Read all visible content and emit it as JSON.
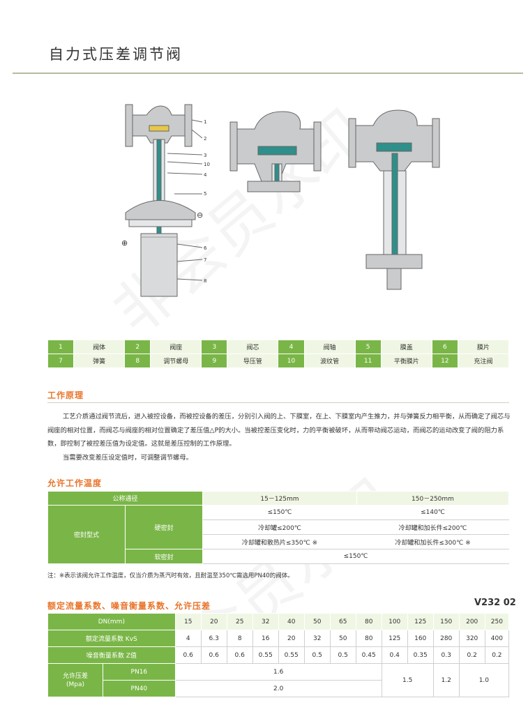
{
  "title": "自力式压差调节阀",
  "watermarks": [
    "非会员水印",
    "非会员水印"
  ],
  "figure": {
    "callouts": [
      "1",
      "2",
      "3",
      "10",
      "4",
      "5",
      "6",
      "7",
      "8"
    ],
    "signs": [
      "⊖",
      "⊕"
    ]
  },
  "parts": [
    [
      [
        "1",
        "阀体"
      ],
      [
        "2",
        "阀座"
      ],
      [
        "3",
        "阀芯"
      ],
      [
        "4",
        "阀轴"
      ],
      [
        "5",
        "膜盖"
      ],
      [
        "6",
        "膜片"
      ]
    ],
    [
      [
        "7",
        "弹簧"
      ],
      [
        "8",
        "调节螺母"
      ],
      [
        "9",
        "导压管"
      ],
      [
        "10",
        "波纹管"
      ],
      [
        "11",
        "平衡膜片"
      ],
      [
        "12",
        "充注阀"
      ]
    ]
  ],
  "principle": {
    "heading": "工作原理",
    "p1": "工艺介质通过阀节流后，进入被控设备，而被控设备的差压，分别引入阀的上、下膜室，在上、下膜室内产生推力，并与弹簧反力相平衡，从而确定了阀芯与阀座的相对位置，而阀芯与阀座的相对位置确定了差压值△P的大小。当被控差压变化时，力的平衡被破坏，从而带动阀芯运动，而阀芯的运动改变了阀的阻力系数，即控制了被控差压值为设定值。这就是差压控制的工作原理。",
    "p2": "当需要改变差压设定值时，可调整调节螺母。"
  },
  "temperature": {
    "heading": "允许工作温度",
    "nominal": "公称通径",
    "col1": "15－125mm",
    "col2": "150－250mm",
    "seal_type": "密封型式",
    "hard": "硬密封",
    "soft": "软密封",
    "rows": [
      [
        "≤150℃",
        "≤140℃"
      ],
      [
        "冷却罐≤200℃",
        "冷却罐和加长件≤200℃"
      ],
      [
        "冷却罐和散热片≤350℃ ※",
        "冷却罐和加长件≤300℃ ※"
      ]
    ],
    "soft_value": "≤150℃",
    "note": "注：※表示该阀允许工作温度，仅当介质为蒸汽时有效，且耐温至350℃需选用PN40的阀体。"
  },
  "flow": {
    "heading": "额定流量系数、噪音衡量系数、允许压差",
    "code": "V232 02",
    "dn_label": "DN(mm)",
    "dn": [
      "15",
      "20",
      "25",
      "32",
      "40",
      "50",
      "65",
      "80",
      "100",
      "125",
      "150",
      "200",
      "250"
    ],
    "kvs_label": "额定流量系数 KvS",
    "kvs": [
      "4",
      "6.3",
      "8",
      "16",
      "20",
      "32",
      "50",
      "80",
      "125",
      "160",
      "280",
      "320",
      "400"
    ],
    "z_label": "噪音衡量系数 Z值",
    "z": [
      "0.6",
      "0.6",
      "0.6",
      "0.55",
      "0.55",
      "0.5",
      "0.5",
      "0.45",
      "0.4",
      "0.35",
      "0.3",
      "0.2",
      "0.2"
    ],
    "dp_label1": "允许压差",
    "dp_label2": "(Mpa)",
    "pn16": "PN16",
    "pn40": "PN40",
    "pn16_val": "1.6",
    "pn40_val": "2.0",
    "v100_125": "1.5",
    "v150": "1.2",
    "v200_250": "1.0"
  },
  "colors": {
    "green": "#7ab647",
    "light_green": "#f0f6e4",
    "orange": "#e8742a",
    "teal": "#2f8f8a",
    "steel": "#c9cbcc"
  }
}
